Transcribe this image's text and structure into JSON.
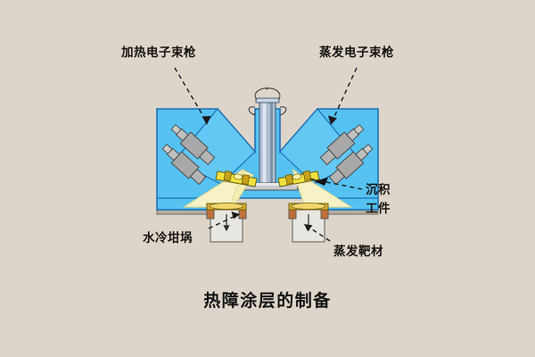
{
  "figure": {
    "title": "热障涂层的制备",
    "background_color": "#ddd5ca",
    "chamber_color": "#55c2f2",
    "chamber_edge_color": "#1b6fb5",
    "chamber_shadow_color": "#b9b0a4",
    "gun_body_color": "#a8a8a8",
    "gun_edge_color": "#4a4a4a",
    "vapor_plume_color": "#f4eeb4",
    "workpiece_color": "#f2e23c",
    "crucible_rim_color": "#c8a21a",
    "crucible_body_color": "#e8e6e0",
    "shaft_color": "#aebfd4",
    "leader_color": "#1a1a1a"
  },
  "labels": {
    "heating_gun": "加热电子束枪",
    "evaporation_gun": "蒸发电子束枪",
    "deposition_workpiece": "沉积\n工件",
    "deposition_workpiece_line1": "沉积",
    "deposition_workpiece_line2": "工件",
    "water_cooled_crucible": "水冷坩埚",
    "evaporation_target": "蒸发靶材"
  },
  "components": {
    "chamber": "vacuum-chamber",
    "center_shaft": "rotating-center-shaft",
    "rotation_indicator": "rotation-arrows",
    "left_guns": 2,
    "right_guns": 2,
    "crucibles": 2,
    "vapor_plumes": 2,
    "workpieces": 2
  }
}
